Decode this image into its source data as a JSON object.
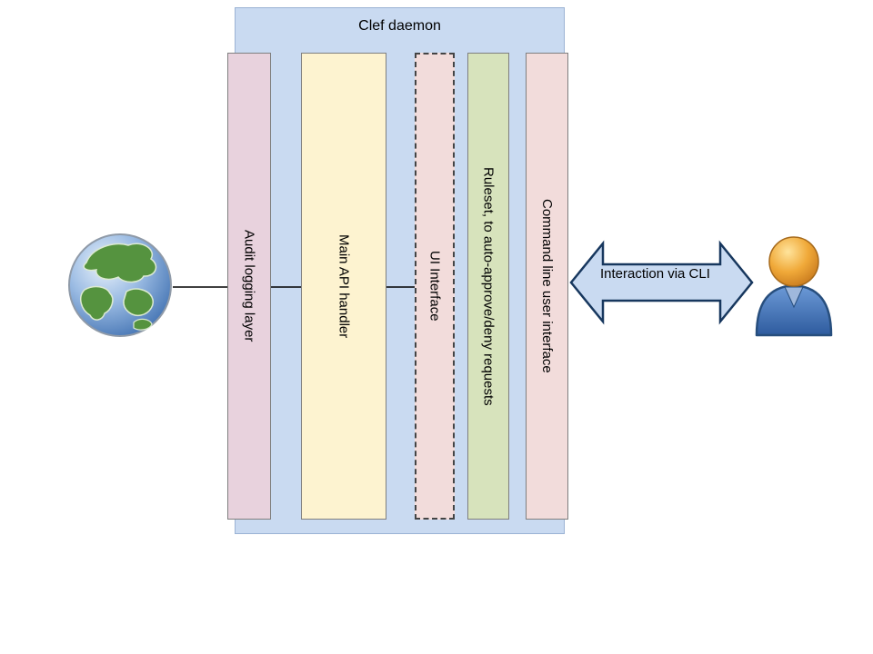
{
  "container": {
    "label": "Clef daemon",
    "fill": "#c9daf1"
  },
  "bars": [
    {
      "label": "Audit logging layer",
      "fill": "#e8d2dd",
      "border_style": "solid"
    },
    {
      "label": "Main API handler",
      "fill": "#fdf3d0",
      "border_style": "solid"
    },
    {
      "label": "UI Interface",
      "fill": "#f2dcdb",
      "border_style": "dashed"
    },
    {
      "label": "Ruleset, to auto-approve/deny requests",
      "fill": "#d7e3bc",
      "border_style": "solid"
    },
    {
      "label": "Command line user interface",
      "fill": "#f2dcdb",
      "border_style": "solid"
    }
  ],
  "arrow": {
    "label": "Interaction via CLI",
    "fill": "#c9daf1",
    "stroke": "#17375e"
  },
  "icons": {
    "left": "globe-icon",
    "right": "user-icon"
  },
  "connectors": {
    "color": "#000000"
  }
}
